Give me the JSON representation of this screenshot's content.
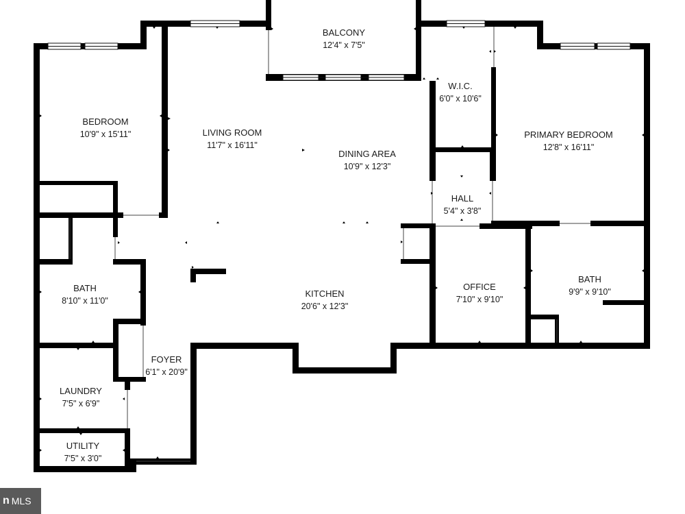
{
  "rooms": {
    "balcony": {
      "name": "BALCONY",
      "dim": "12'4\" x 7'5\""
    },
    "bedroom": {
      "name": "BEDROOM",
      "dim": "10'9\" x 15'11\""
    },
    "living": {
      "name": "LIVING ROOM",
      "dim": "11'7\" x 16'11\""
    },
    "dining": {
      "name": "DINING AREA",
      "dim": "10'9\" x 12'3\""
    },
    "wic": {
      "name": "W.I.C.",
      "dim": "6'0\" x 10'6\""
    },
    "primary": {
      "name": "PRIMARY BEDROOM",
      "dim": "12'8\" x 16'11\""
    },
    "hall": {
      "name": "HALL",
      "dim": "5'4\" x 3'8\""
    },
    "bath1": {
      "name": "BATH",
      "dim": "8'10\" x 11'0\""
    },
    "kitchen": {
      "name": "KITCHEN",
      "dim": "20'6\" x 12'3\""
    },
    "office": {
      "name": "OFFICE",
      "dim": "7'10\" x 9'10\""
    },
    "bath2": {
      "name": "BATH",
      "dim": "9'9\" x 9'10\""
    },
    "foyer": {
      "name": "FOYER",
      "dim": "6'1\" x 20'9\""
    },
    "laundry": {
      "name": "LAUNDRY",
      "dim": "7'5\" x 6'9\""
    },
    "utility": {
      "name": "UTILITY",
      "dim": "7'5\" x 3'0\""
    }
  },
  "badge": {
    "logo": "n",
    "text": "MLS"
  },
  "colors": {
    "wall": "#000000",
    "background": "#ffffff",
    "badge": "#5a5a5a"
  }
}
